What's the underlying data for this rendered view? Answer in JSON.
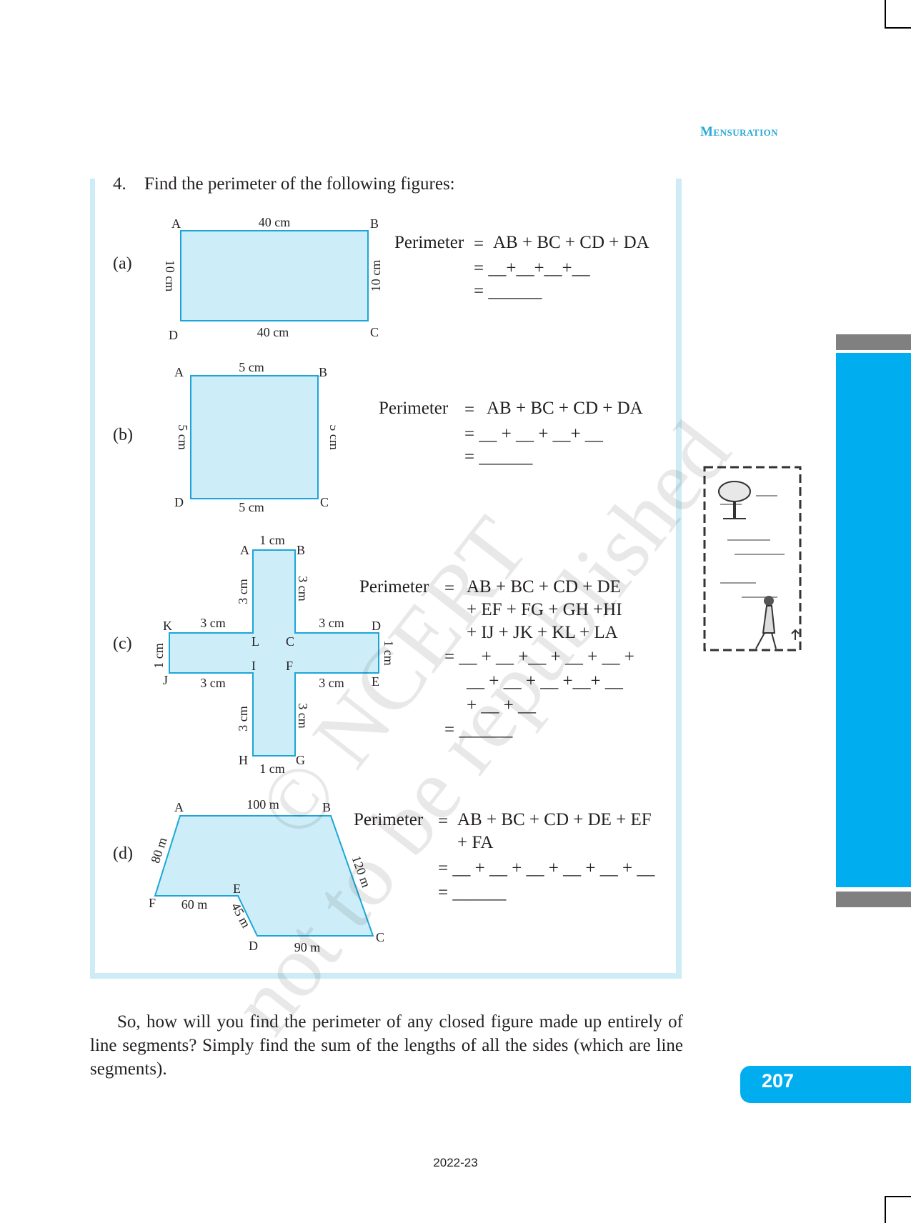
{
  "header": {
    "chapter_title": "Mensuration"
  },
  "question": {
    "number": "4.",
    "text": "Find the perimeter of the following figures:"
  },
  "figures": {
    "a": {
      "label": "(a)",
      "vertices": {
        "A": "A",
        "B": "B",
        "C": "C",
        "D": "D"
      },
      "sides": {
        "top": "40 cm",
        "bottom": "40 cm",
        "left": "10 cm",
        "right": "10 cm"
      },
      "equation": {
        "lhs": "Perimeter",
        "eq1": "=",
        "line1": "AB + BC + CD + DA",
        "line2": "= __+__+__+__",
        "line3": "= ______"
      }
    },
    "b": {
      "label": "(b)",
      "vertices": {
        "A": "A",
        "B": "B",
        "C": "C",
        "D": "D"
      },
      "sides": {
        "top": "5 cm",
        "bottom": "5 cm",
        "left": "5 cm",
        "right": "5 cm"
      },
      "equation": {
        "lhs": "Perimeter",
        "eq1": "=",
        "line1": "AB + BC + CD + DA",
        "line2": "= __ + __ + __+ __",
        "line3": "= ______"
      }
    },
    "c": {
      "label": "(c)",
      "vertices": {
        "A": "A",
        "B": "B",
        "C": "C",
        "D": "D",
        "E": "E",
        "F": "F",
        "G": "G",
        "H": "H",
        "I": "I",
        "J": "J",
        "K": "K",
        "L": "L"
      },
      "sides": {
        "ab": "1 cm",
        "bc": "3 cm",
        "cd": "3 cm",
        "de": "1 cm",
        "ef": "3 cm",
        "fg": "3 cm",
        "gh": "1 cm",
        "hi": "3 cm",
        "ij": "3 cm",
        "jk": "1 cm",
        "kl": "3 cm",
        "la": "3 cm"
      },
      "equation": {
        "lhs": "Perimeter",
        "eq1": "=",
        "line1": "AB + BC + CD + DE",
        "line2": "+ EF + FG + GH +HI",
        "line3": "+ IJ + JK + KL + LA",
        "line4": "= __ + __ +__ + __ + __ +",
        "line5": "__ + __ + __ +__+ __",
        "line6": "+ __ + __",
        "line7": "= ______"
      }
    },
    "d": {
      "label": "(d)",
      "vertices": {
        "A": "A",
        "B": "B",
        "C": "C",
        "D": "D",
        "E": "E",
        "F": "F"
      },
      "sides": {
        "ab": "100 m",
        "bc": "120 m",
        "cd": "90 m",
        "de": "45 m",
        "ef": "60 m",
        "fa": "80 m"
      },
      "equation": {
        "lhs": "Perimeter",
        "eq1": "=",
        "line1": "AB + BC + CD + DE + EF",
        "line2": "+ FA",
        "line3": "= __ + __ + __ + __ + __ + __",
        "line4": "= ______"
      }
    }
  },
  "paragraph": "So, how will you find the perimeter of any closed figure made up entirely of line segments? Simply find the sum of the lengths of all the sides (which are line segments).",
  "page_number": "207",
  "year": "2022-23",
  "watermark": {
    "line1": "© NCERT",
    "line2": "not to be republished"
  },
  "colors": {
    "accent": "#00aeef",
    "figure_fill": "#cdeef8",
    "figure_stroke": "#1ca6d8",
    "frame": "#cdecf6"
  }
}
